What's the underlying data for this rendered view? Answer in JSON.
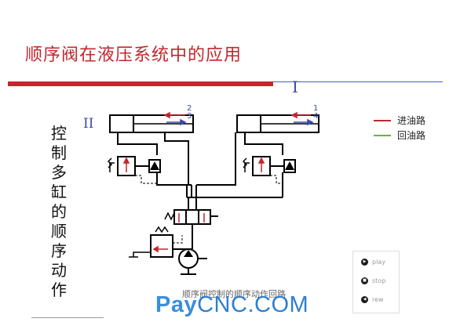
{
  "title": "顺序阀在液压系统中的应用",
  "roman_labels": {
    "circuit_one": "I",
    "circuit_two": "II"
  },
  "vertical_caption": "控制多缸的顺序动作",
  "arrow_labels": {
    "left": [
      "2",
      "3"
    ],
    "right": [
      "1",
      "4"
    ]
  },
  "legend": [
    {
      "label": "进油路",
      "color": "#c1272d"
    },
    {
      "label": "回油路",
      "color": "#6ab23e"
    }
  ],
  "controls": [
    {
      "label": "play",
      "icon": "play-icon"
    },
    {
      "label": "stop",
      "icon": "stop-icon"
    },
    {
      "label": "rew",
      "icon": "rewind-icon"
    }
  ],
  "caption": "顺序阀控制的顺序动作回路",
  "watermark": {
    "part1": "Pay",
    "part2": "CNC.COM"
  },
  "colors": {
    "accent": "#c1272d",
    "blue": "#3a4aa8",
    "line": "#000000"
  }
}
